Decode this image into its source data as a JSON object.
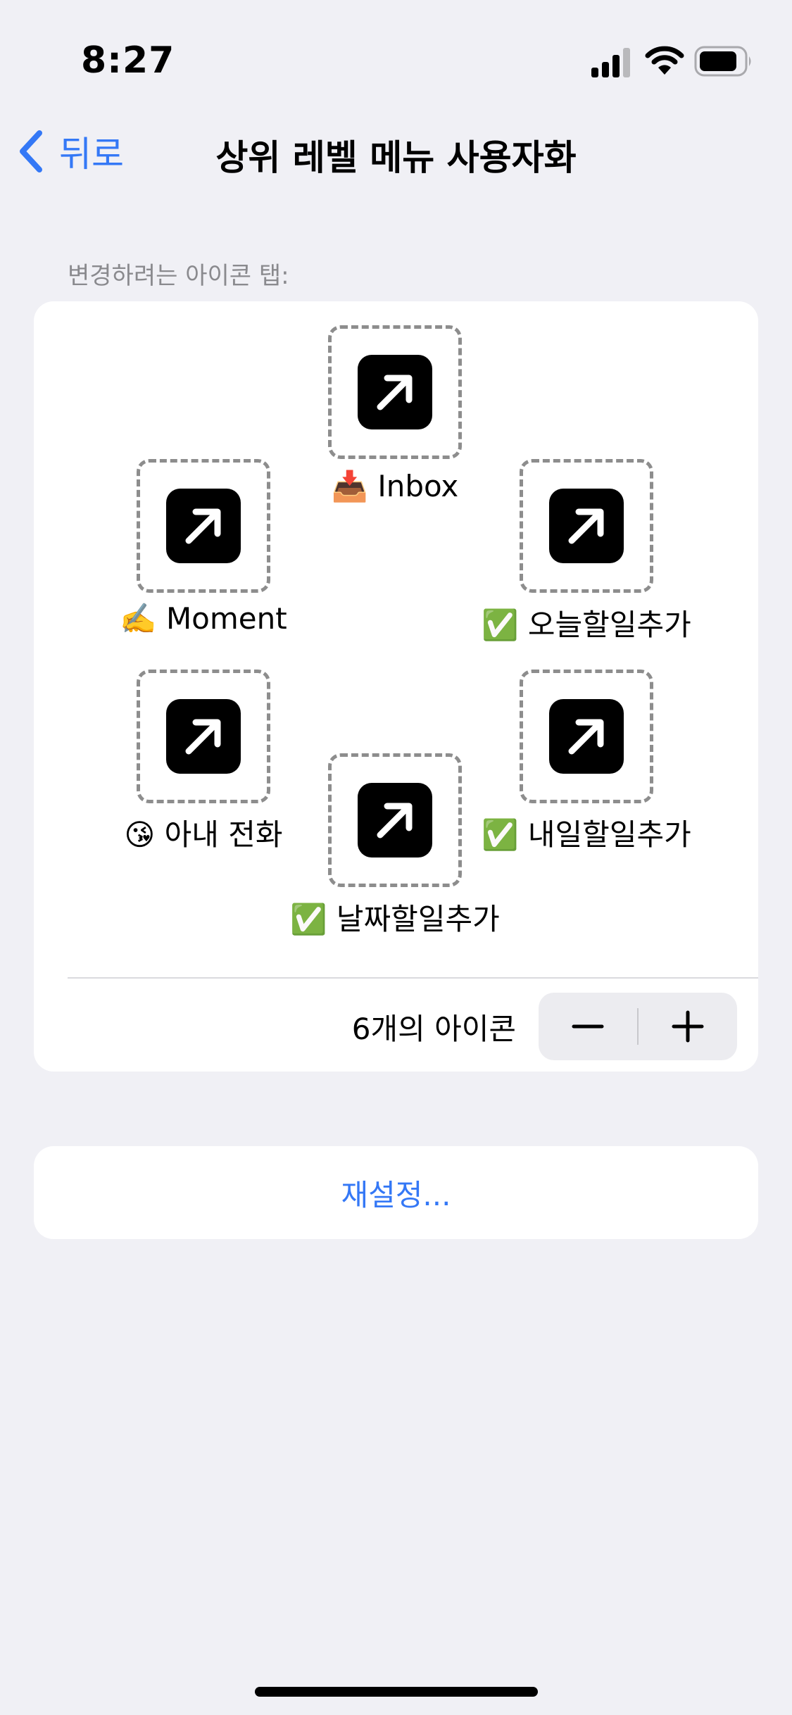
{
  "status_bar": {
    "time": "8:27"
  },
  "nav": {
    "back_label": "뒤로",
    "title": "상위 레벨 메뉴 사용자화"
  },
  "section": {
    "header": "변경하려는 아이콘 탭:"
  },
  "icon_slots": [
    {
      "emoji": "📥",
      "label": "Inbox"
    },
    {
      "emoji": "✍️",
      "label": "Moment"
    },
    {
      "emoji": "✅",
      "label": "오늘할일추가"
    },
    {
      "emoji": "😘",
      "label": "아내 전화"
    },
    {
      "emoji": "✅",
      "label": "내일할일추가"
    },
    {
      "emoji": "✅",
      "label": "날짜할일추가"
    }
  ],
  "icon_count": {
    "label": "6개의 아이콘"
  },
  "reset": {
    "label": "재설정..."
  },
  "colors": {
    "accent": "#3478f6",
    "background": "#f0f0f5",
    "card": "#ffffff",
    "icon_bg": "#000000"
  }
}
